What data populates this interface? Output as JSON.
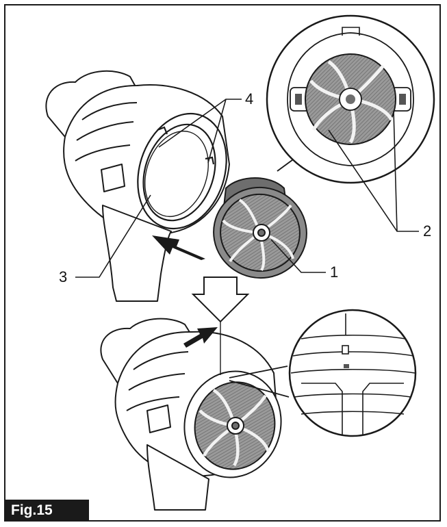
{
  "figure": {
    "label": "Fig.15"
  },
  "callouts": [
    {
      "id": "1",
      "text": "1"
    },
    {
      "id": "2",
      "text": "2"
    },
    {
      "id": "3",
      "text": "3"
    },
    {
      "id": "4",
      "text": "4"
    }
  ],
  "colors": {
    "ink": "#1a1a1a",
    "grey_filter": "#8a8a8a",
    "dark_filter": "#6e6e6e",
    "label_bg": "#1a1a1a",
    "label_text": "#ffffff"
  }
}
